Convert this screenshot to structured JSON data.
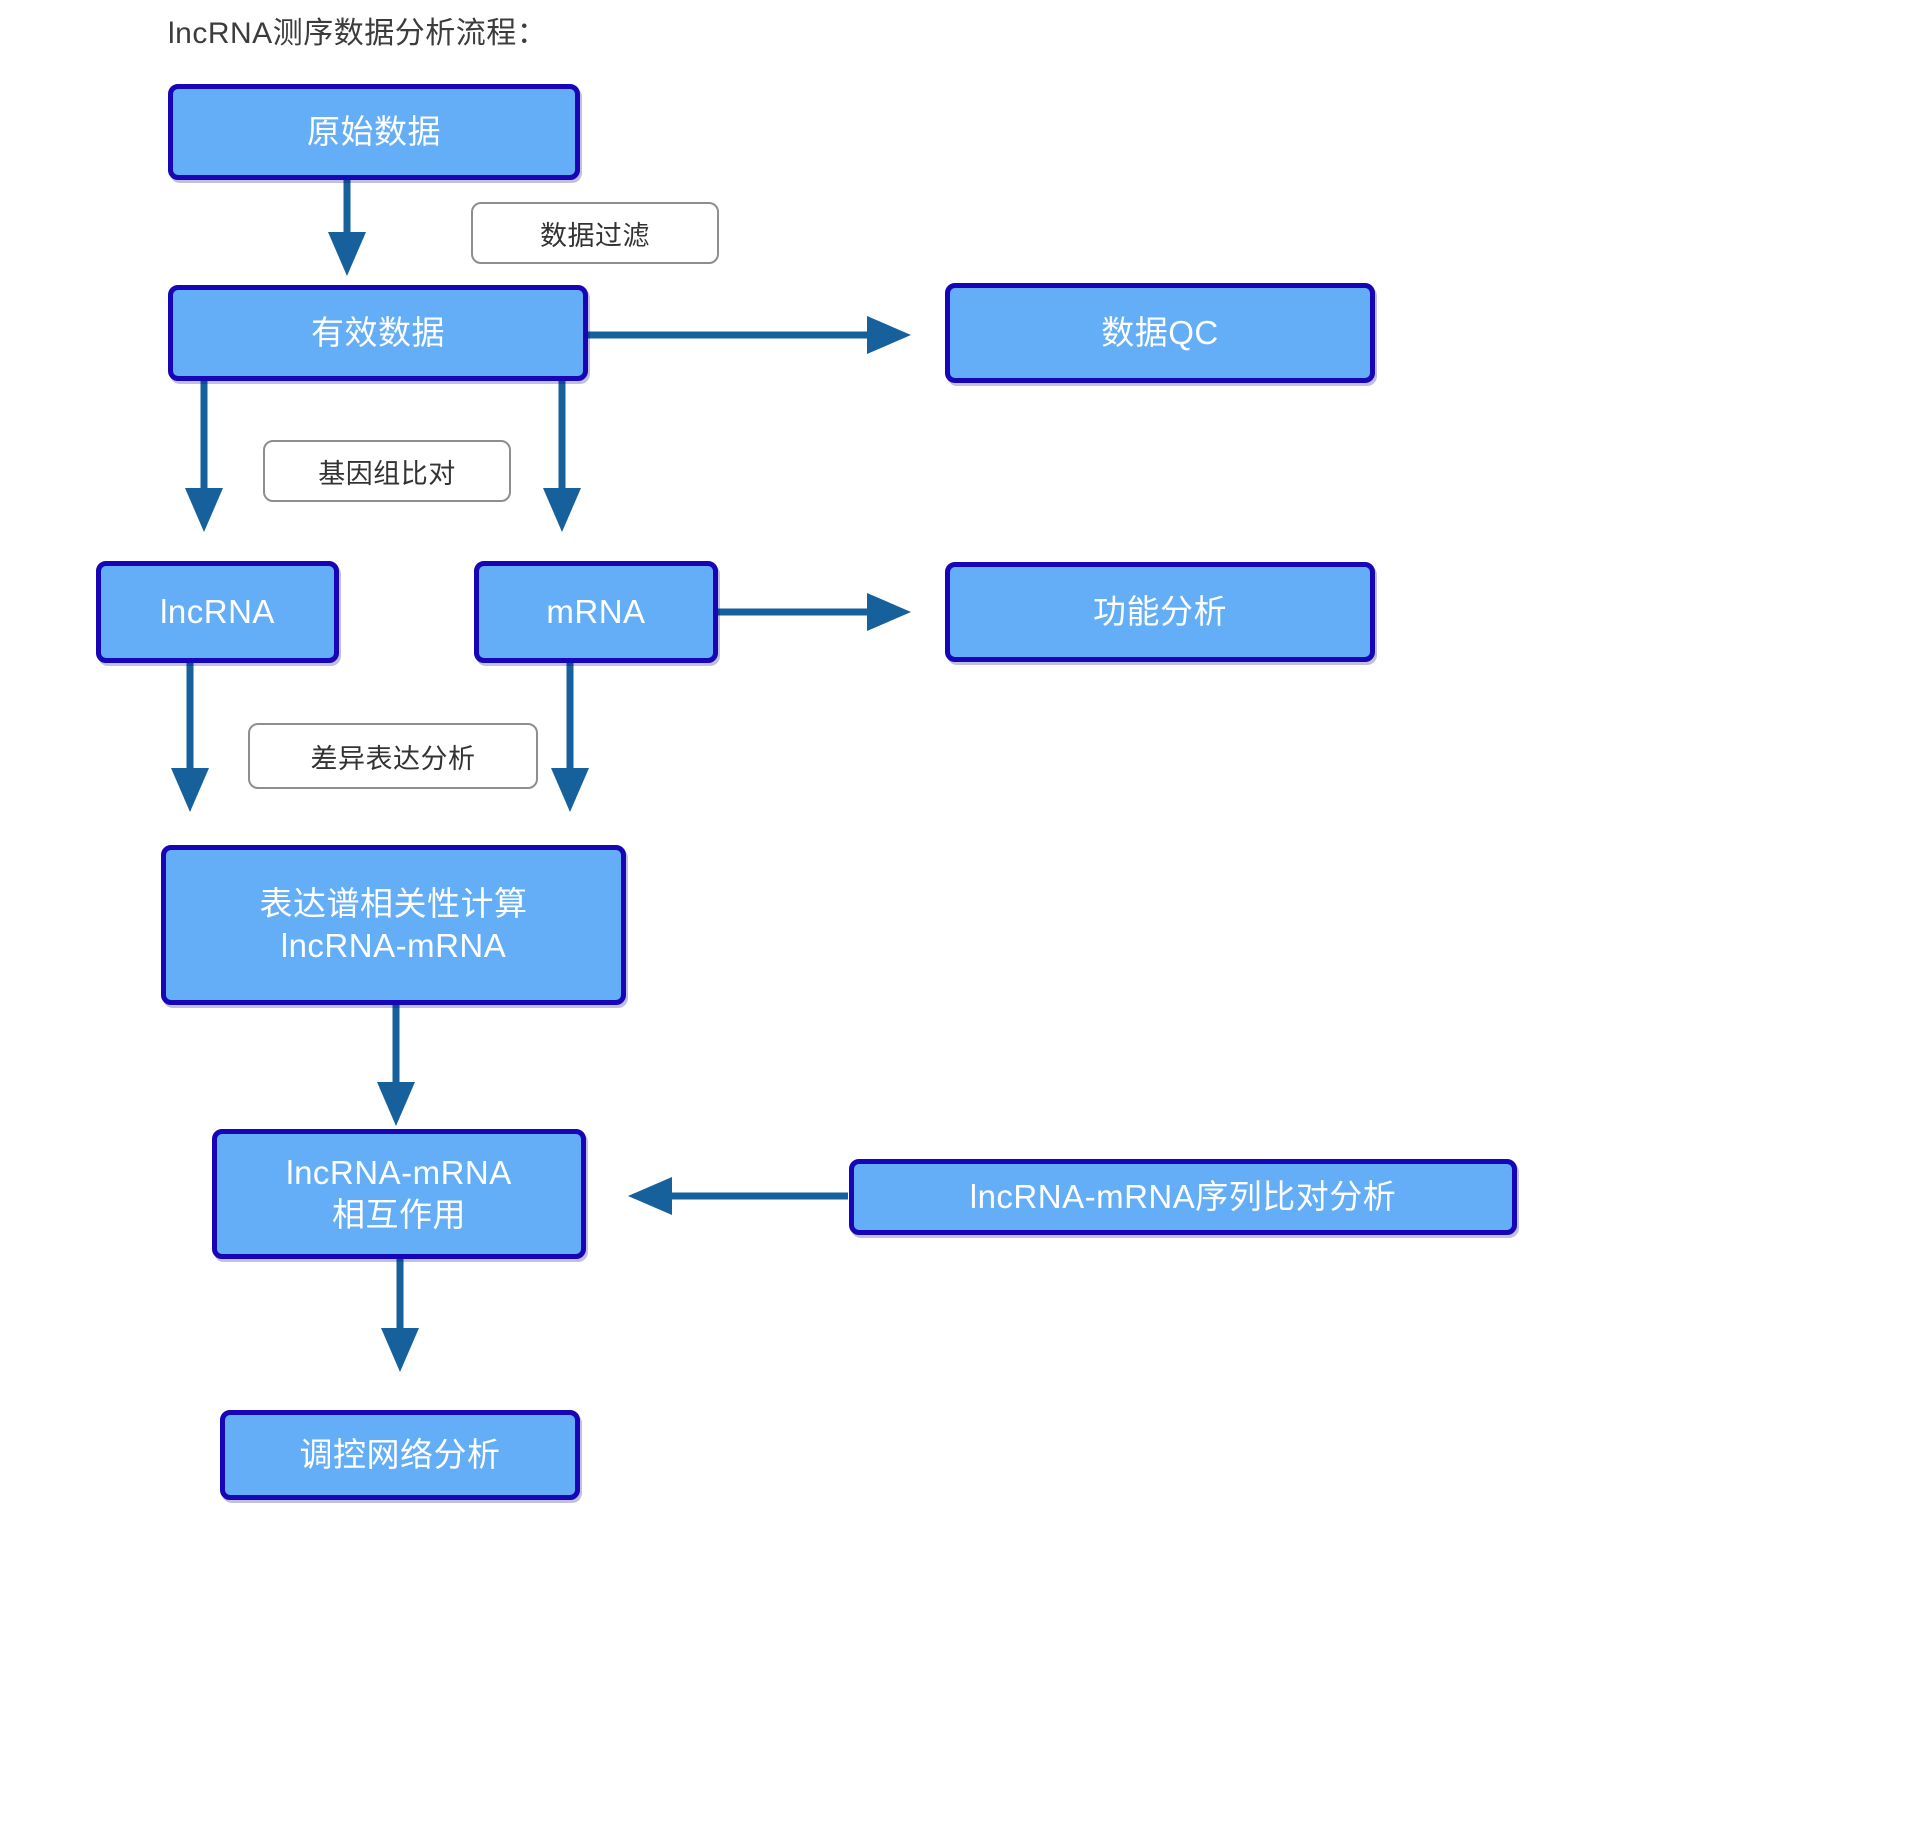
{
  "title": "lncRNA测序数据分析流程：",
  "colors": {
    "node_fill": "#64AEF8",
    "node_border": "#1606B8",
    "node_text": "#FFFFFF",
    "arrow": "#16619B",
    "label_border": "#8E8E8E",
    "label_text": "#333333",
    "title_text": "#3C3C3C",
    "background": "#FFFFFF"
  },
  "nodes": {
    "raw_data": "原始数据",
    "valid_data": "有效数据",
    "data_qc": "数据QC",
    "lncrna": "lncRNA",
    "mrna": "mRNA",
    "function_analysis": "功能分析",
    "correlation": "表达谱相关性计算\nlncRNA-mRNA",
    "interaction": "lncRNA-mRNA\n相互作用",
    "sequence_alignment": "lncRNA-mRNA序列比对分析",
    "network": "调控网络分析"
  },
  "edge_labels": {
    "data_filter": "数据过滤",
    "genome_alignment": "基因组比对",
    "differential_expression": "差异表达分析"
  },
  "chart_data": {
    "type": "diagram",
    "title": "lncRNA测序数据分析流程：",
    "nodes": [
      {
        "id": "raw_data",
        "label": "原始数据"
      },
      {
        "id": "valid_data",
        "label": "有效数据"
      },
      {
        "id": "data_qc",
        "label": "数据QC"
      },
      {
        "id": "lncrna",
        "label": "lncRNA"
      },
      {
        "id": "mrna",
        "label": "mRNA"
      },
      {
        "id": "function_analysis",
        "label": "功能分析"
      },
      {
        "id": "correlation",
        "label": "表达谱相关性计算 lncRNA-mRNA"
      },
      {
        "id": "interaction",
        "label": "lncRNA-mRNA 相互作用"
      },
      {
        "id": "sequence_alignment",
        "label": "lncRNA-mRNA序列比对分析"
      },
      {
        "id": "network",
        "label": "调控网络分析"
      }
    ],
    "edges": [
      {
        "from": "raw_data",
        "to": "valid_data",
        "label": "数据过滤"
      },
      {
        "from": "valid_data",
        "to": "data_qc",
        "label": ""
      },
      {
        "from": "valid_data",
        "to": "lncrna",
        "label": "基因组比对"
      },
      {
        "from": "valid_data",
        "to": "mrna",
        "label": "基因组比对"
      },
      {
        "from": "mrna",
        "to": "function_analysis",
        "label": ""
      },
      {
        "from": "lncrna",
        "to": "correlation",
        "label": "差异表达分析"
      },
      {
        "from": "mrna",
        "to": "correlation",
        "label": "差异表达分析"
      },
      {
        "from": "correlation",
        "to": "interaction",
        "label": ""
      },
      {
        "from": "sequence_alignment",
        "to": "interaction",
        "label": ""
      },
      {
        "from": "interaction",
        "to": "network",
        "label": ""
      }
    ]
  }
}
